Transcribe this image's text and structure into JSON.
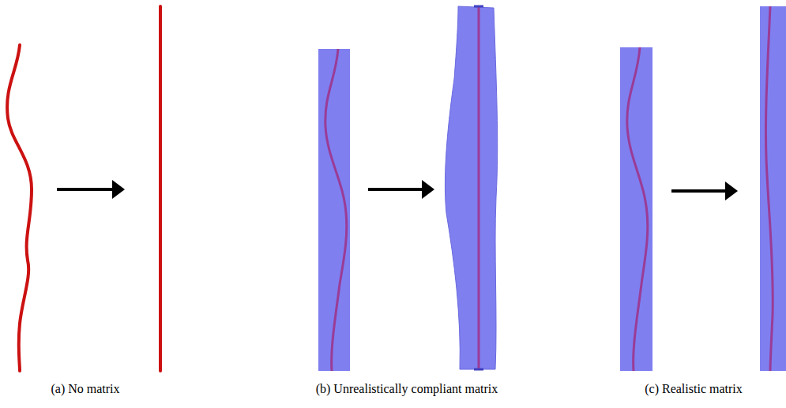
{
  "diagram": {
    "labels": [
      "(a) No matrix",
      "(b) Unrealistically compliant matrix",
      "(c) Realistic matrix"
    ]
  }
}
